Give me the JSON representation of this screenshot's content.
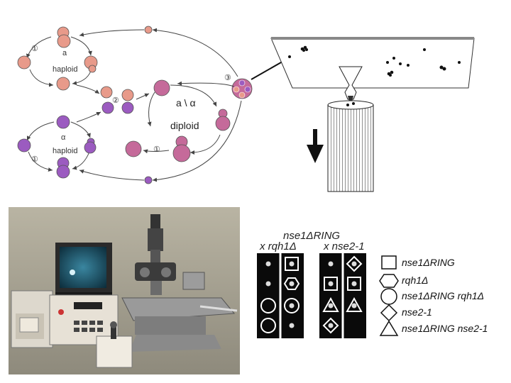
{
  "life_cycle": {
    "mating_type_a": "a",
    "haploid_top": "haploid",
    "mating_type_alpha": "α",
    "haploid_bottom": "haploid",
    "diploid_type": "a \\ α",
    "diploid": "diploid",
    "step_1": "①",
    "step_2": "②",
    "step_3": "③",
    "colors": {
      "a_cells": "#e89a8a",
      "alpha_cells": "#9b5bc0",
      "diploid_cells": "#c56a9a",
      "arrow": "#555555"
    }
  },
  "micromanipulation_diagram": {
    "arrow_direction": "down"
  },
  "photo": {
    "subject": "tetrad dissection microscope with monitor and controller"
  },
  "spore_grid": {
    "header_top": "nse1ΔRING",
    "header_left": "x rqh1Δ",
    "header_right": "x nse2-1",
    "legend": [
      {
        "shape": "square",
        "label": "nse1ΔRING"
      },
      {
        "shape": "hexagon",
        "label": "rqh1Δ"
      },
      {
        "shape": "circle",
        "label": "nse1ΔRING rqh1Δ"
      },
      {
        "shape": "diamond",
        "label": "nse2-1"
      },
      {
        "shape": "triangle",
        "label": "nse1ΔRING nse2-1"
      }
    ]
  }
}
